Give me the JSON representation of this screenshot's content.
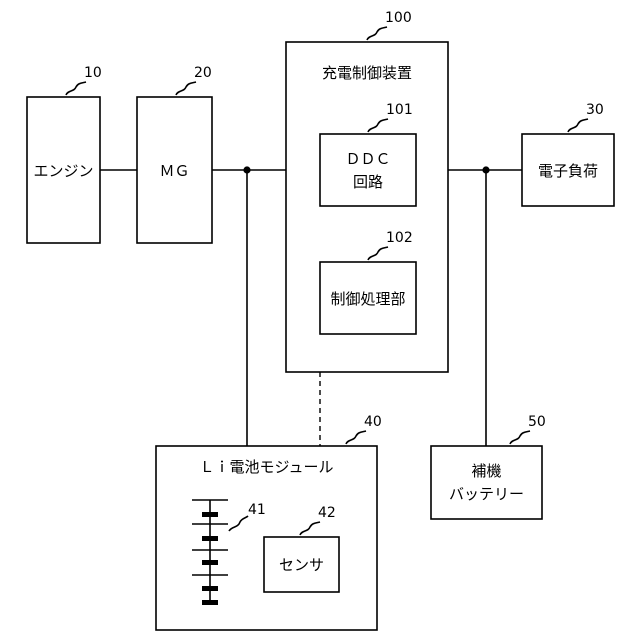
{
  "blocks": {
    "engine": {
      "label": "エンジン",
      "ref": "10"
    },
    "mg": {
      "label": "ＭＧ",
      "ref": "20"
    },
    "charge_controller": {
      "label": "充電制御装置",
      "ref": "100"
    },
    "ddc": {
      "label_line1": "ＤＤＣ",
      "label_line2": "回路",
      "ref": "101"
    },
    "control": {
      "label": "制御処理部",
      "ref": "102"
    },
    "load": {
      "label": "電子負荷",
      "ref": "30"
    },
    "li_module": {
      "label": "Ｌｉ電池モジュール",
      "ref": "40"
    },
    "cells": {
      "ref": "41"
    },
    "sensor": {
      "label": "センサ",
      "ref": "42"
    },
    "aux_battery": {
      "label_line1": "補機",
      "label_line2": "バッテリー",
      "ref": "50"
    }
  }
}
